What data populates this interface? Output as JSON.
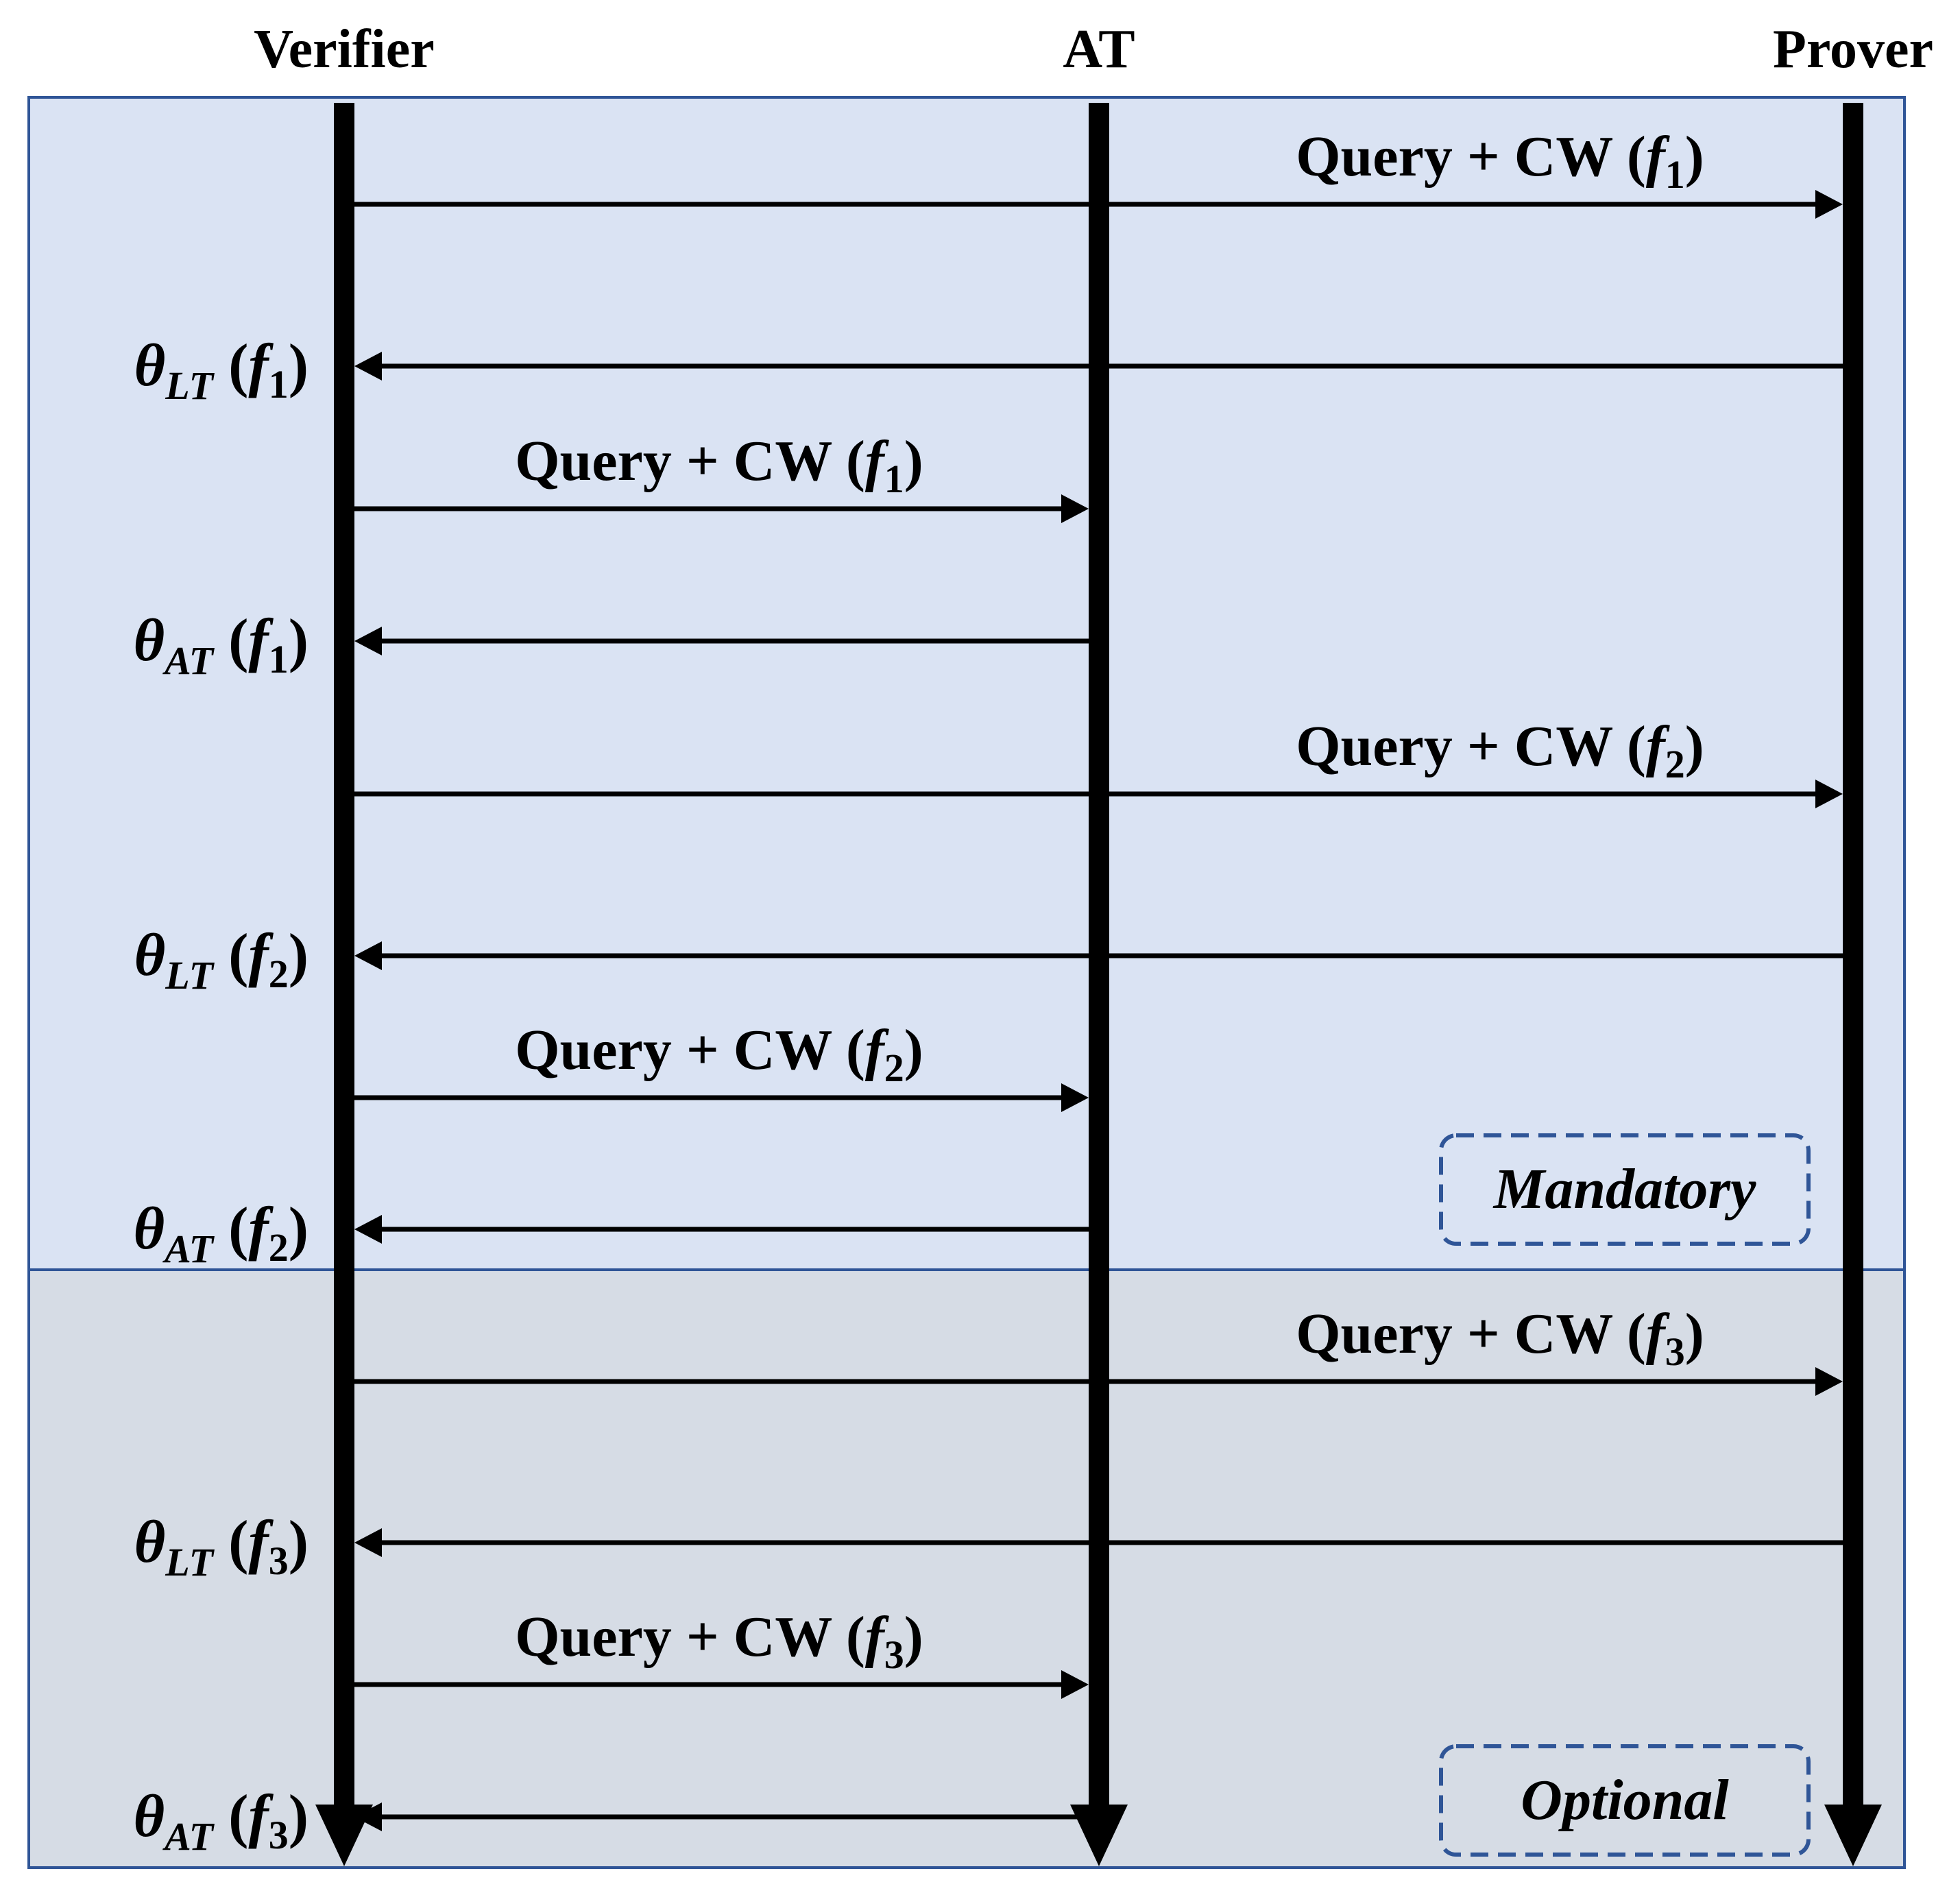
{
  "actors": {
    "verifier": "Verifier",
    "at": "AT",
    "prover": "Prover"
  },
  "regions": {
    "mandatory": {
      "label": "Mandatory",
      "fill": "#dae3f3"
    },
    "optional": {
      "label": "Optional",
      "fill": "#d6dce5"
    },
    "border_color": "#2f5597",
    "dash_box_color": "#2f5597"
  },
  "messages": [
    {
      "from": "verifier",
      "to": "prover",
      "query": "Query + CW",
      "f": "f",
      "sub": "1"
    },
    {
      "from": "prover",
      "to": "verifier",
      "theta": "θ",
      "theta_sub": "LT",
      "f": "f",
      "sub": "1"
    },
    {
      "from": "verifier",
      "to": "at",
      "query": "Query + CW",
      "f": "f",
      "sub": "1"
    },
    {
      "from": "at",
      "to": "verifier",
      "theta": "θ",
      "theta_sub": "AT",
      "f": "f",
      "sub": "1"
    },
    {
      "from": "verifier",
      "to": "prover",
      "query": "Query + CW",
      "f": "f",
      "sub": "2"
    },
    {
      "from": "prover",
      "to": "verifier",
      "theta": "θ",
      "theta_sub": "LT",
      "f": "f",
      "sub": "2"
    },
    {
      "from": "verifier",
      "to": "at",
      "query": "Query + CW",
      "f": "f",
      "sub": "2"
    },
    {
      "from": "at",
      "to": "verifier",
      "theta": "θ",
      "theta_sub": "AT",
      "f": "f",
      "sub": "2"
    },
    {
      "from": "verifier",
      "to": "prover",
      "query": "Query + CW",
      "f": "f",
      "sub": "3"
    },
    {
      "from": "prover",
      "to": "verifier",
      "theta": "θ",
      "theta_sub": "LT",
      "f": "f",
      "sub": "3"
    },
    {
      "from": "verifier",
      "to": "at",
      "query": "Query + CW",
      "f": "f",
      "sub": "3"
    },
    {
      "from": "at",
      "to": "verifier",
      "theta": "θ",
      "theta_sub": "AT",
      "f": "f",
      "sub": "3"
    }
  ]
}
